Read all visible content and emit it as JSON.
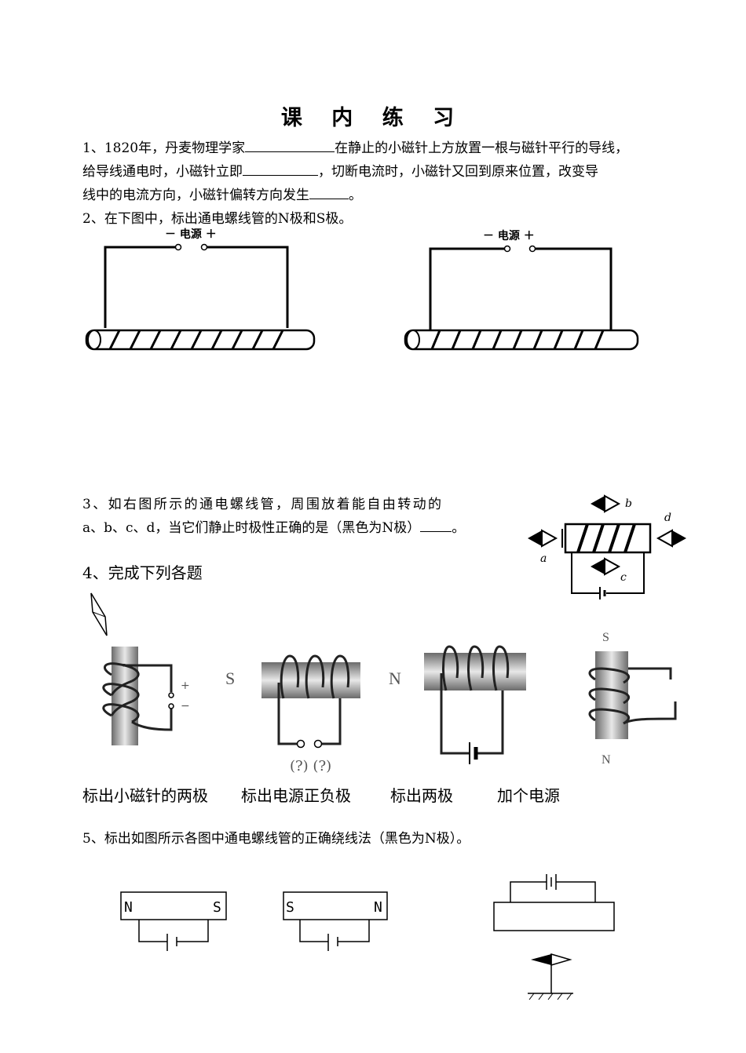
{
  "title": "课 内 练 习",
  "q1": {
    "part1": "1、1820年，丹麦物理学家",
    "part2": "在静止的小磁针上方放置一根与磁针平行的导线，",
    "line2a": "给导线通电时，小磁针立即",
    "line2b": "，切断电流时，小磁针又回到原来位置，改变导",
    "line3a": "线中的电流方向，小磁针偏转方向发生",
    "line3b": "。"
  },
  "q2": {
    "text": "2、在下图中，标出通电螺线管的N极和S极。",
    "left_label": "－ 电源 ＋",
    "right_label": "－ 电源 ＋"
  },
  "q3": {
    "line1": "3、如右图所示的通电螺线管，周围放着能自由转动的",
    "line2a": "a、b、c、d，当它们静止时极性正确的是（黑色为N极）",
    "line2b": "。",
    "labels": {
      "a": "a",
      "b": "b",
      "c": "c",
      "d": "d"
    }
  },
  "q4": {
    "heading": "4、完成下列各题",
    "fig1_plus": "+",
    "fig1_minus": "−",
    "fig2_S": "S",
    "fig2_q": "(?) (?)",
    "fig3_N": "N",
    "fig4_S": "S",
    "fig4_N": "N",
    "captions": [
      "标出小磁针的两极",
      "标出电源正负极",
      "标出两极",
      "加个电源"
    ]
  },
  "q5": {
    "text": "5、标出如图所示各图中通电螺线管的正确绕线法（黑色为N极）。",
    "box1": {
      "left": "N",
      "right": "S"
    },
    "box2": {
      "left": "S",
      "right": "N"
    }
  }
}
